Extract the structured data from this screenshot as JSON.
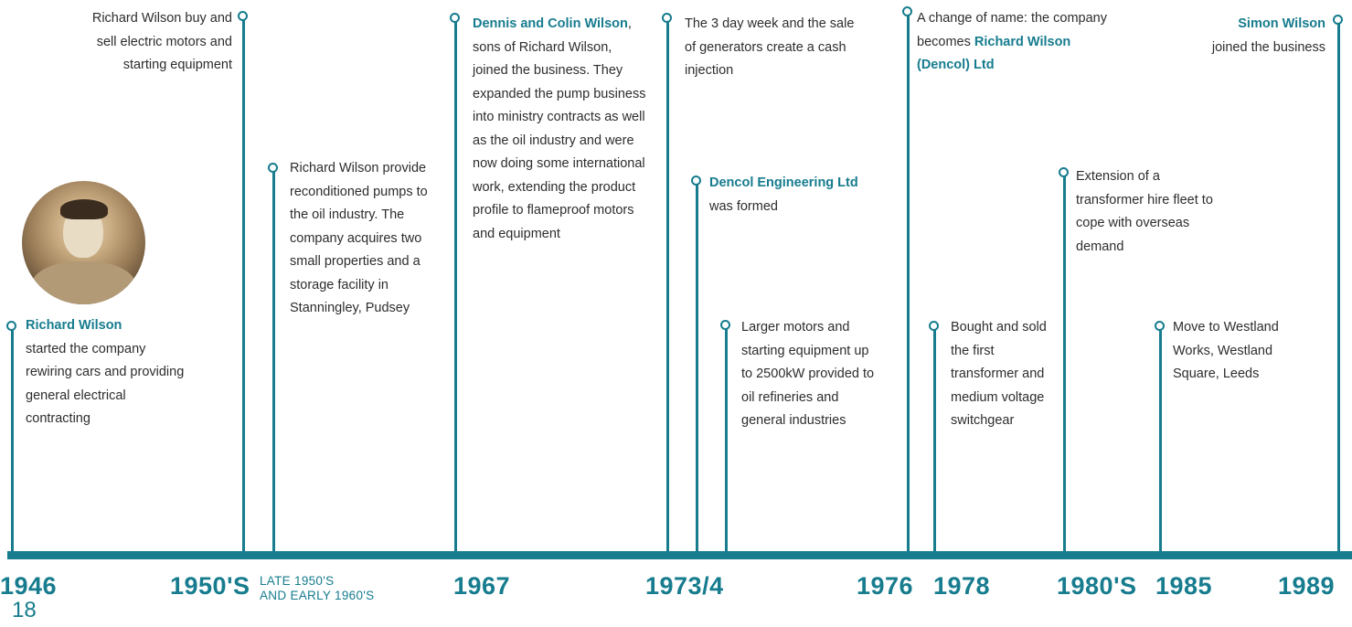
{
  "colors": {
    "accent": "#167c8e",
    "text": "#2d2d2d",
    "background": "#ffffff"
  },
  "photo": {
    "icon": "portrait-photo-of-richard-wilson"
  },
  "events": {
    "e1946": {
      "highlight": "Richard Wilson",
      "text": "started the company rewiring cars and providing general electrical contracting"
    },
    "e1950s": {
      "text": "Richard Wilson buy and sell electric motors and starting equipment"
    },
    "eLate1950s": {
      "text": "Richard Wilson provide reconditioned pumps to the oil industry. The company acquires two small properties and a storage facility in Stanningley, Pudsey"
    },
    "e1967": {
      "highlight": "Dennis and Colin Wilson",
      "text": ", sons of Richard Wilson, joined the business. They expanded the pump business into ministry contracts as well as the oil industry and were now doing some international work, extending the product profile to flameproof motors and equipment"
    },
    "e1973a": {
      "text": "The 3 day week and the sale of generators create a cash injection"
    },
    "e1973b": {
      "highlight": "Dencol Engineering Ltd",
      "text": "was formed"
    },
    "e1973c": {
      "text": "Larger motors and starting equipment up to 2500kW provided to oil refineries and general industries"
    },
    "e1976": {
      "text": "A change of name: the company becomes ",
      "highlight": "Richard Wilson (Dencol) Ltd"
    },
    "e1978": {
      "text": "Bought and sold the first transformer and medium voltage switchgear"
    },
    "e1980s": {
      "text": "Extension of a transformer hire fleet to cope with overseas demand"
    },
    "e1985": {
      "text": "Move to Westland Works, Westland Square, Leeds"
    },
    "e1989": {
      "highlight": "Simon Wilson",
      "text": "joined the business"
    }
  },
  "years": {
    "y1946": "1946",
    "y1950s": "1950'S",
    "yLate1950s_line1": "LATE 1950'S",
    "yLate1950s_line2": "AND EARLY 1960'S",
    "y1967": "1967",
    "y1973": "1973/4",
    "y1976": "1976",
    "y1978": "1978",
    "y1980s": "1980'S",
    "y1985": "1985",
    "y1989": "1989"
  },
  "page_number": "18"
}
